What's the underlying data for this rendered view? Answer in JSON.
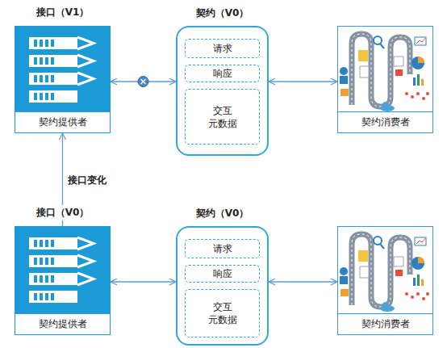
{
  "diagram": {
    "nodes": [
      {
        "text": [
          "接口（V1）",
          "契约提供者"
        ]
      },
      {
        "text": [
          "契约（V0）"
        ]
      },
      {
        "text": [
          "请求"
        ],
        "in": 1
      },
      {
        "text": [
          "响应"
        ],
        "in": 1
      },
      {
        "text": [
          "交互 元数据"
        ],
        "in": 1
      },
      {
        "text": [
          "契约消费者"
        ]
      },
      {
        "text": [
          "接口（V0）",
          "契约提供者"
        ]
      },
      {
        "text": [
          "契约（V0）"
        ]
      },
      {
        "text": [
          "请求"
        ],
        "in": 7
      },
      {
        "text": [
          "响应"
        ],
        "in": 7
      },
      {
        "text": [
          "交互 元数据"
        ],
        "in": 7
      },
      {
        "text": [
          "契约消费者"
        ]
      }
    ],
    "edges": [
      {
        "from": 0,
        "to": 1,
        "arrow": "both"
      },
      {
        "from": 1,
        "to": 5,
        "arrow": "both"
      },
      {
        "from": 6,
        "to": 0,
        "arrow": "to",
        "label": "接口变化"
      },
      {
        "from": 6,
        "to": 7,
        "arrow": "both"
      },
      {
        "from": 7,
        "to": 11,
        "arrow": "both"
      }
    ]
  }
}
